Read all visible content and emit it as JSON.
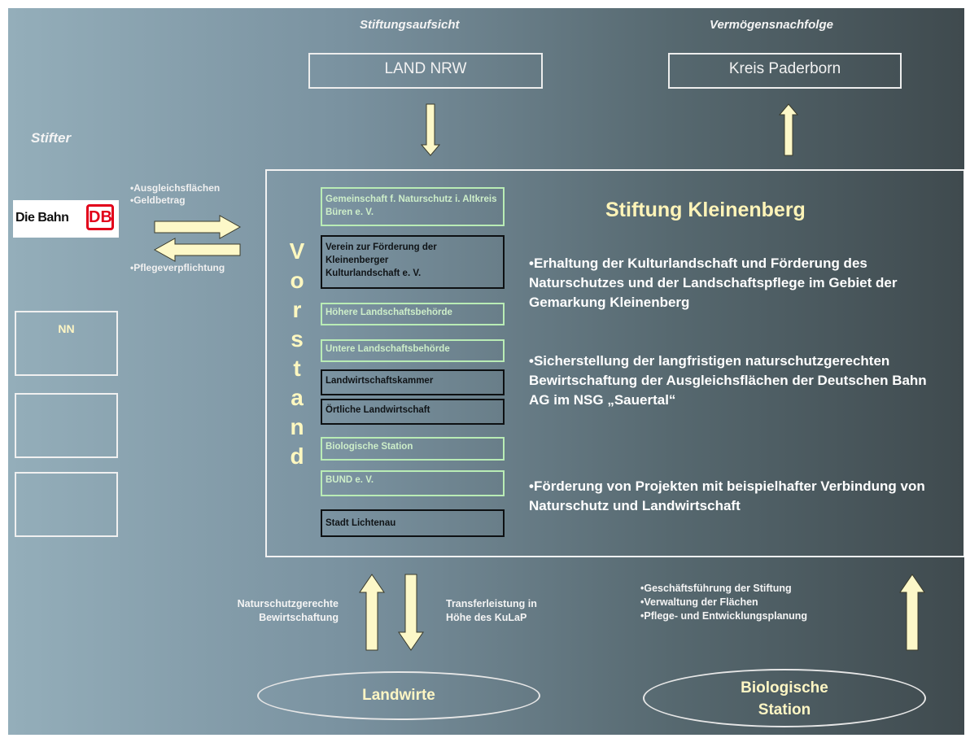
{
  "header": {
    "left": "Stiftungsaufsicht",
    "right": "Vermögensnachfolge"
  },
  "boxes": {
    "land_nrw": "LAND NRW",
    "kreis": "Kreis Paderborn"
  },
  "stifter": {
    "label": "Stifter",
    "logo_text": "Die Bahn",
    "logo_mark": "DB",
    "nn_label": "NN"
  },
  "exchange": {
    "items_to": [
      "•Ausgleichsflächen",
      "•Geldbetrag"
    ],
    "item_back": "•Pflegeverpflichtung"
  },
  "vorstand": {
    "letters": [
      "V",
      "o",
      "r",
      "s",
      "t",
      "a",
      "n",
      "d"
    ],
    "members": [
      {
        "text": "Gemeinschaft f. Naturschutz i. Altkreis Büren e. V.",
        "style": "green"
      },
      {
        "text": "Verein zur Förderung der Kleinenberger Kulturlandschaft e. V.",
        "style": "dark"
      },
      {
        "text": "Höhere Landschaftsbehörde",
        "style": "green"
      },
      {
        "text": "Untere Landschaftsbehörde",
        "style": "green"
      },
      {
        "text": "Landwirtschaftskammer",
        "style": "dark"
      },
      {
        "text": "Örtliche Landwirtschaft",
        "style": "dark"
      },
      {
        "text": "Biologische Station",
        "style": "green"
      },
      {
        "text": "BUND e. V.",
        "style": "green"
      },
      {
        "text": "Stadt Lichtenau",
        "style": "dark"
      }
    ]
  },
  "stiftung": {
    "title": "Stiftung Kleinenberg",
    "goals": [
      "•Erhaltung der Kulturlandschaft und Förderung des Naturschutzes und der Landschaftspflege im Gebiet der Gemarkung Kleinenberg",
      "•Sicherstellung der langfristigen naturschutzgerechten Bewirtschaftung der Ausgleichsflächen der Deutschen Bahn AG im NSG „Sauertal“",
      "•Förderung von Projekten mit beispielhafter Verbindung von Naturschutz und Landwirtschaft"
    ]
  },
  "bottom": {
    "left_label_1": "Naturschutzgerechte",
    "left_label_2": "Bewirtschaftung",
    "right_label_1": "Transferleistung in",
    "right_label_2": "Höhe des KuLaP",
    "station_tasks": [
      "•Geschäftsführung der Stiftung",
      "•Verwaltung der Flächen",
      "•Pflege- und Entwicklungsplanung"
    ],
    "landwirte": "Landwirte",
    "station_line1": "Biologische",
    "station_line2": "Station"
  },
  "colors": {
    "arrow_fill": "#fdf8c8",
    "arrow_stroke": "#3a3a2a",
    "vorstand_letter": "#fff8c0",
    "db_red": "#e2001a",
    "title_yellow": "#fff4b8"
  }
}
